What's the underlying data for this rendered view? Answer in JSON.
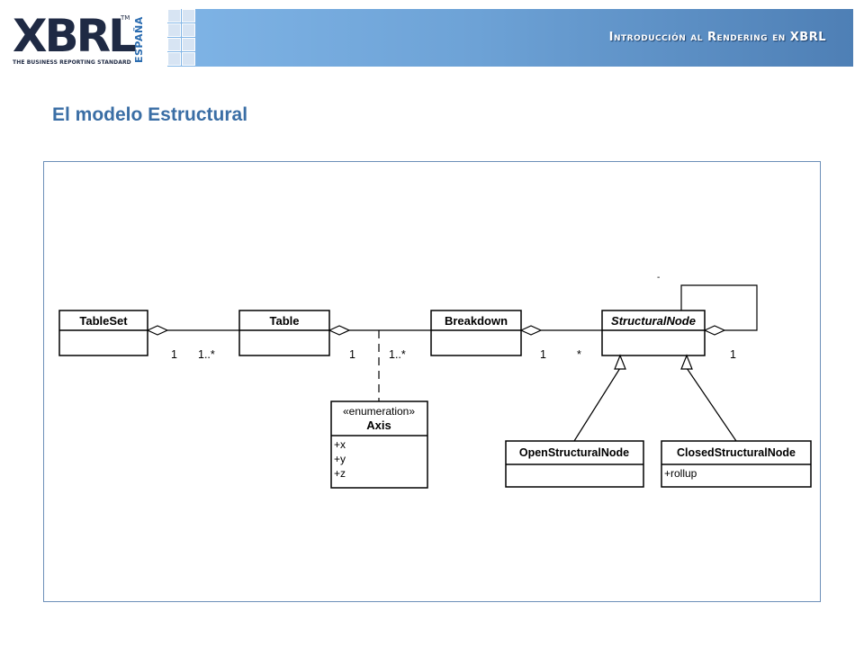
{
  "logo": {
    "wordmark": "XBRL",
    "tagline": "THE BUSINESS REPORTING STANDARD",
    "country": "ESPAÑA",
    "tm": "TM"
  },
  "header": {
    "title": "Introducción al Rendering en XBRL"
  },
  "page": {
    "title": "El modelo Estructural"
  },
  "diagram": {
    "classes": {
      "tableset": "TableSet",
      "table": "Table",
      "breakdown": "Breakdown",
      "structuralnode": "StructuralNode",
      "axis_stereotype": "«enumeration»",
      "axis": "Axis",
      "axis_attrs": [
        "+x",
        "+y",
        "+z"
      ],
      "open": "OpenStructuralNode",
      "closed": "ClosedStructuralNode",
      "closed_attr": "+rollup"
    },
    "multiplicities": {
      "tableset_table_left": "1",
      "tableset_table_right": "1..*",
      "table_breakdown_left": "1",
      "table_breakdown_right": "1..*",
      "breakdown_node_left": "1",
      "breakdown_node_right": "*",
      "node_self": "1",
      "node_self_top": "-"
    }
  }
}
